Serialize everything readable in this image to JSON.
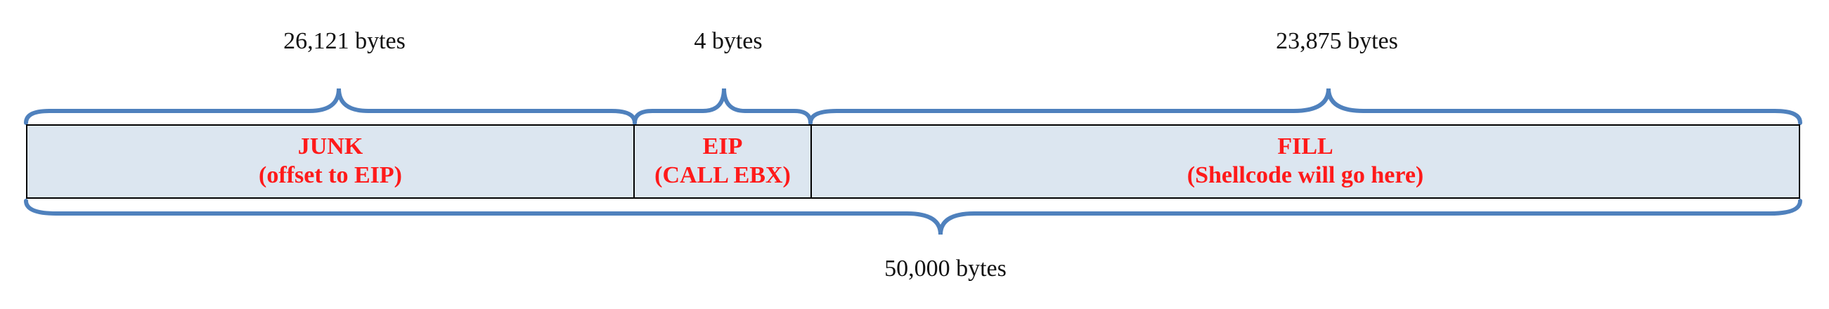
{
  "segments": [
    {
      "name": "JUNK",
      "detail": "(offset to EIP)",
      "size_label": "26,121 bytes",
      "bytes": 26121
    },
    {
      "name": "EIP",
      "detail": "(CALL EBX)",
      "size_label": "4 bytes",
      "bytes": 4
    },
    {
      "name": "FILL",
      "detail": "(Shellcode will go here)",
      "size_label": "23,875 bytes",
      "bytes": 23875
    }
  ],
  "total": {
    "size_label": "50,000 bytes",
    "bytes": 50000
  },
  "colors": {
    "segment_fill": "#dce6f0",
    "segment_text": "#ff1a1a",
    "brace": "#4f81bd",
    "border": "#000000"
  }
}
